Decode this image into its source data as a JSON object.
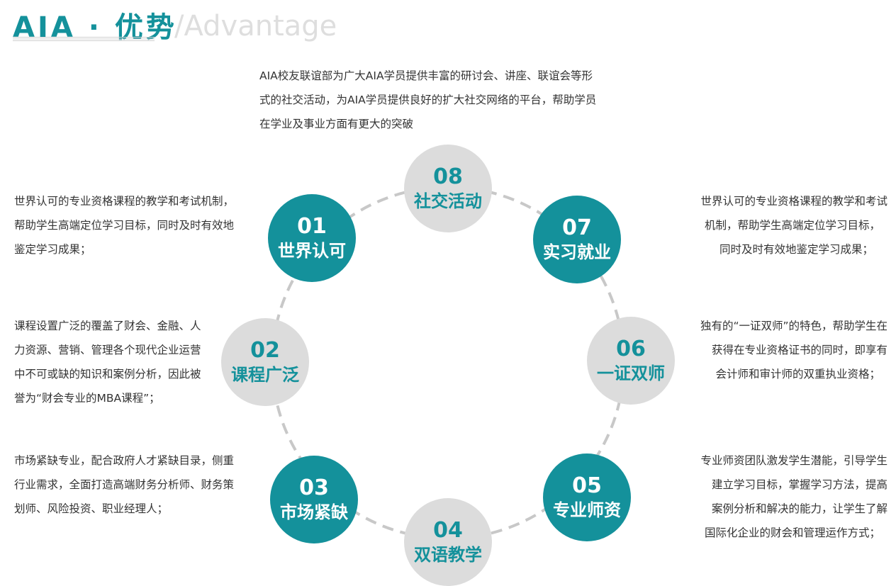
{
  "header": {
    "title": "AIA · 优势",
    "subtitle": "/Advantage"
  },
  "colors": {
    "teal": "#14919b",
    "grey_circle": "#dcdcdc",
    "ring_dash": "#c8c8c8",
    "text": "#333333"
  },
  "nodes": [
    {
      "num": "01",
      "label": "世界认可",
      "style": "teal"
    },
    {
      "num": "02",
      "label": "课程广泛",
      "style": "grey"
    },
    {
      "num": "03",
      "label": "市场紧缺",
      "style": "teal"
    },
    {
      "num": "04",
      "label": "双语教学",
      "style": "grey"
    },
    {
      "num": "05",
      "label": "专业师资",
      "style": "teal"
    },
    {
      "num": "06",
      "label": "一证双师",
      "style": "grey"
    },
    {
      "num": "07",
      "label": "实习就业",
      "style": "teal"
    },
    {
      "num": "08",
      "label": "社交活动",
      "style": "grey"
    }
  ],
  "descriptions": {
    "d08": [
      "AIA校友联谊部为广大AIA学员提供丰富的研讨会、讲座、联谊会等形",
      "式的社交活动，为AIA学员提供良好的扩大社交网络的平台，帮助学员",
      "在学业及事业方面有更大的突破"
    ],
    "d01": [
      "世界认可的专业资格课程的教学和考试机制，",
      "帮助学生高端定位学习目标，同时及时有效地",
      "鉴定学习成果；"
    ],
    "d02": [
      "课程设置广泛的覆盖了财会、金融、人",
      "力资源、营销、管理各个现代企业运营",
      "中不可或缺的知识和案例分析，因此被",
      "誉为“财会专业的MBA课程”；"
    ],
    "d03": [
      "市场紧缺专业，配合政府人才紧缺目录，侧重",
      "行业需求，全面打造高端财务分析师、财务策",
      "划师、风险投资、职业经理人；"
    ],
    "d07": [
      "世界认可的专业资格课程的教学和考试",
      "机制，帮助学生高端定位学习目标，",
      "同时及时有效地鉴定学习成果；"
    ],
    "d06": [
      "独有的“一证双师”的特色，帮助学生在",
      "获得在专业资格证书的同时，即享有",
      "会计师和审计师的双重执业资格；"
    ],
    "d05": [
      "专业师资团队激发学生潜能，引导学生",
      "建立学习目标，掌握学习方法，提高",
      "案例分析和解决的能力，让学生了解",
      "国际化企业的财会和管理运作方式；"
    ]
  }
}
